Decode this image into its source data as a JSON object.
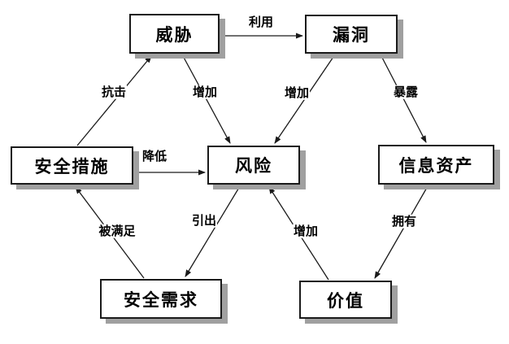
{
  "diagram": {
    "type": "relationship-diagram",
    "language": "zh",
    "colors": {
      "background": "#ffffff",
      "node_fill": "#ffffff",
      "node_border": "#1a1a1a",
      "node_shadow": "#a0a0a0",
      "edge": "#1a1a1a",
      "text": "#000000"
    },
    "nodes": {
      "threat": {
        "label": "威胁"
      },
      "vulnerability": {
        "label": "漏洞"
      },
      "safeguards": {
        "label": "安全措施"
      },
      "risk": {
        "label": "风险"
      },
      "info_assets": {
        "label": "信息资产"
      },
      "security_requirements": {
        "label": "安全需求"
      },
      "value": {
        "label": "价值"
      }
    },
    "edges": {
      "exploit": {
        "label": "利用",
        "from": "threat",
        "to": "vulnerability"
      },
      "counter": {
        "label": "抗击",
        "from": "safeguards",
        "to": "threat"
      },
      "threat_increase": {
        "label": "增加",
        "from": "threat",
        "to": "risk"
      },
      "vuln_increase": {
        "label": "增加",
        "from": "vulnerability",
        "to": "risk"
      },
      "expose": {
        "label": "暴露",
        "from": "vulnerability",
        "to": "info_assets"
      },
      "reduce": {
        "label": "降低",
        "from": "safeguards",
        "to": "risk"
      },
      "satisfy": {
        "label": "被满足",
        "from": "security_requirements",
        "to": "safeguards"
      },
      "derive": {
        "label": "引出",
        "from": "risk",
        "to": "security_requirements"
      },
      "value_increase": {
        "label": "增加",
        "from": "value",
        "to": "risk"
      },
      "own": {
        "label": "拥有",
        "from": "info_assets",
        "to": "value"
      }
    }
  }
}
